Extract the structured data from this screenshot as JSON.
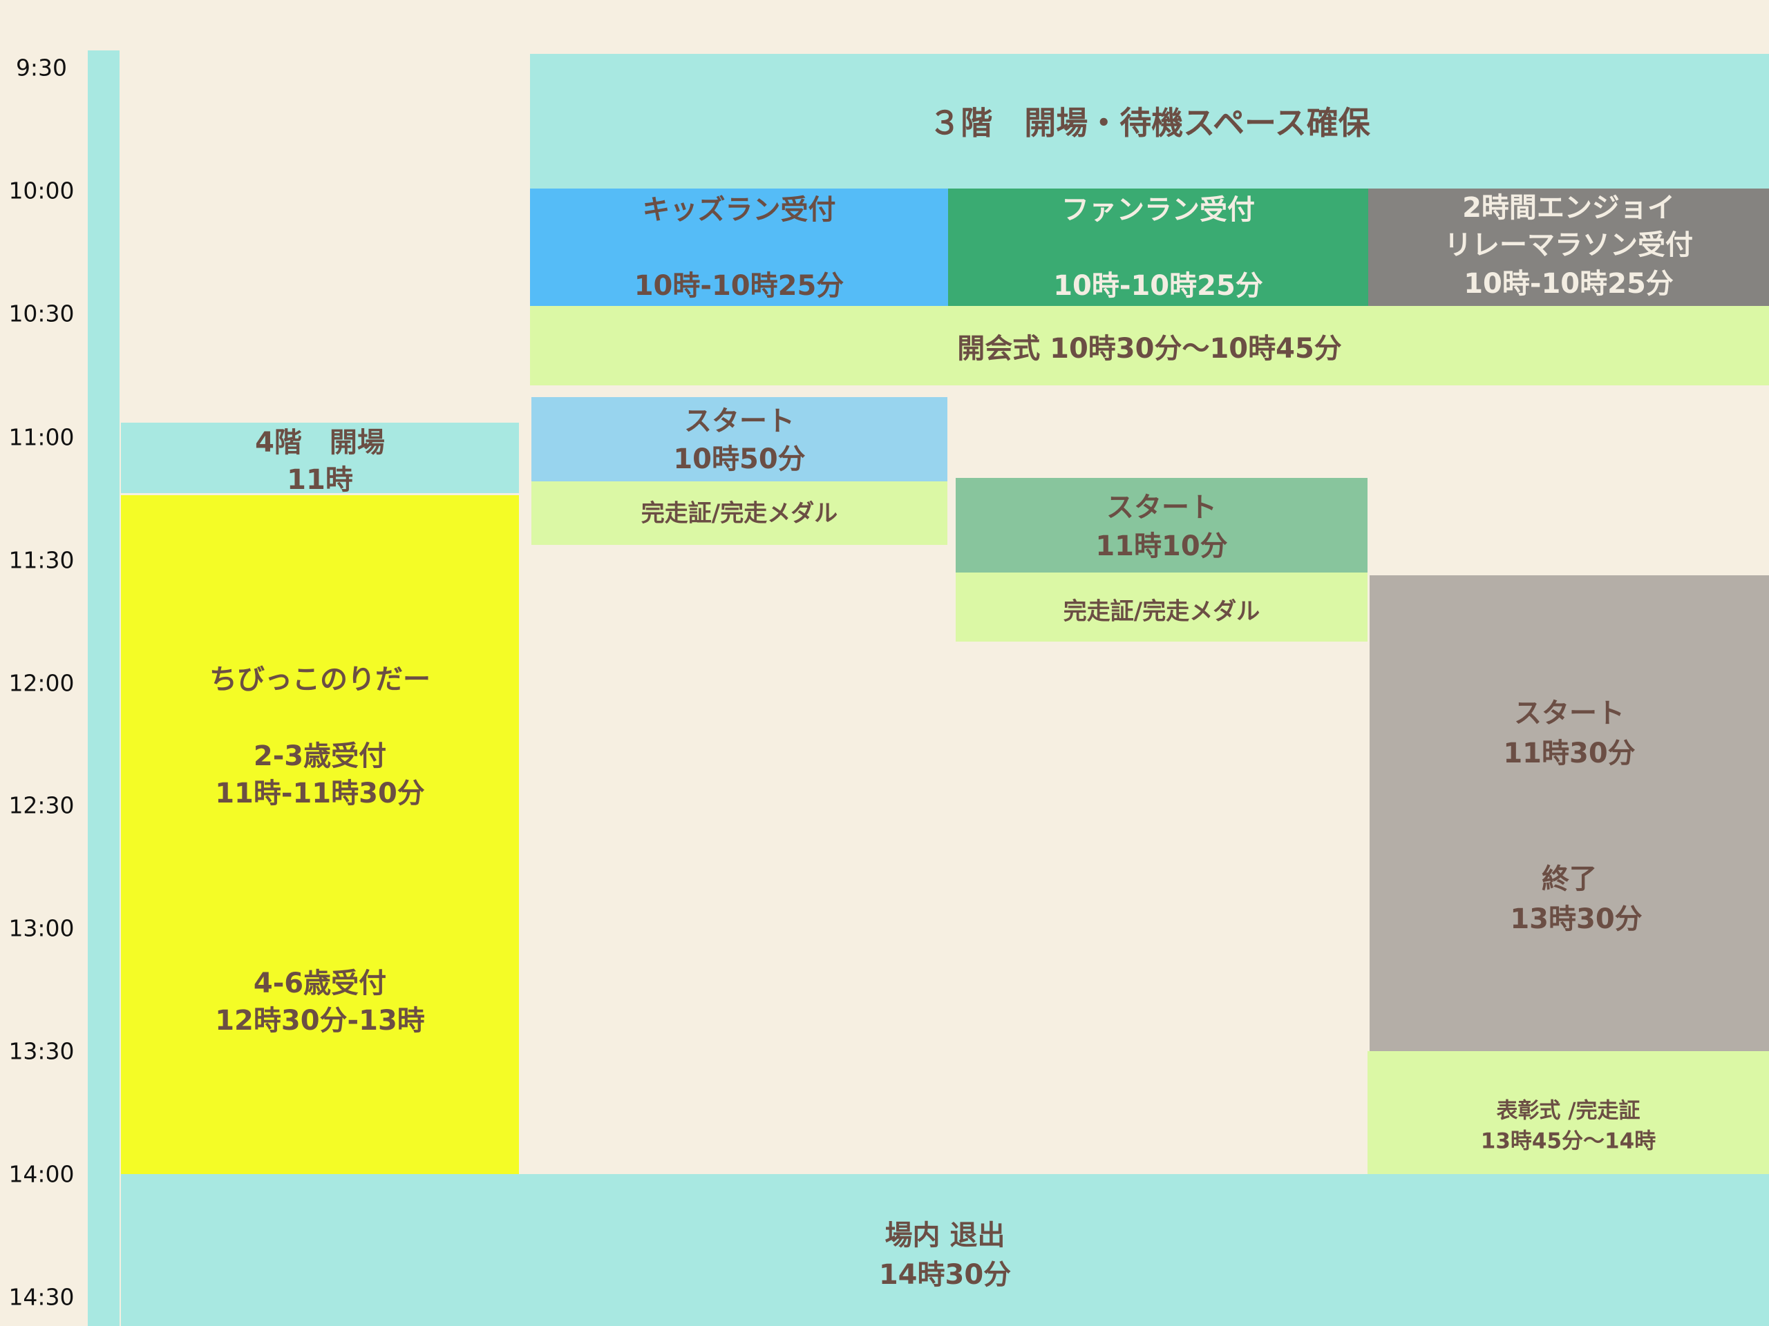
{
  "time_axis": [
    "9:30",
    "10:00",
    "10:30",
    "11:00",
    "11:30",
    "12:00",
    "12:30",
    "13:00",
    "13:30",
    "14:00",
    "14:30"
  ],
  "colors": {
    "background": "#f6efe1",
    "teal": "#a8e8e1",
    "kids_blue": "#55bcf7",
    "fun_green": "#3aab72",
    "relay_gray": "#858380",
    "lime": "#dbf8a5",
    "kids_start": "#98d4ee",
    "fun_start": "#88c59d",
    "relay_start": "#b4aea7",
    "yellow": "#f4fc26",
    "text": "#6b4e44"
  },
  "floor3_open": {
    "label": "３階　開場・待機スペース確保"
  },
  "kids_reception": {
    "title": "キッズラン受付",
    "time": "10時-10時25分"
  },
  "fun_reception": {
    "title": "ファンラン受付",
    "time": "10時-10時25分"
  },
  "relay_reception": {
    "line1": "2時間エンジョイ",
    "line2": "リレーマラソン受付",
    "time": "10時-10時25分"
  },
  "opening_ceremony": {
    "label": "開会式 10時30分〜10時45分"
  },
  "kids_start": {
    "title": "スタート",
    "time": "10時50分",
    "medal": "完走証/完走メダル"
  },
  "fun_start": {
    "title": "スタート",
    "time": "11時10分",
    "medal": "完走証/完走メダル"
  },
  "relay_start": {
    "title": "スタート",
    "time": "11時30分",
    "end_title": "終了",
    "end_time": "13時30分"
  },
  "award": {
    "line1": "表彰式 /完走証",
    "line2": "13時45分〜14時"
  },
  "floor4_open": {
    "line1": "4階　開場",
    "line2": "11時"
  },
  "chibikko": {
    "title": "ちびっこのりだー",
    "group1": "2-3歳受付",
    "group1_time": "11時-11時30分",
    "group2": "4-6歳受付",
    "group2_time": "12時30分-13時"
  },
  "exit": {
    "line1": "場内 退出",
    "line2": "14時30分"
  }
}
